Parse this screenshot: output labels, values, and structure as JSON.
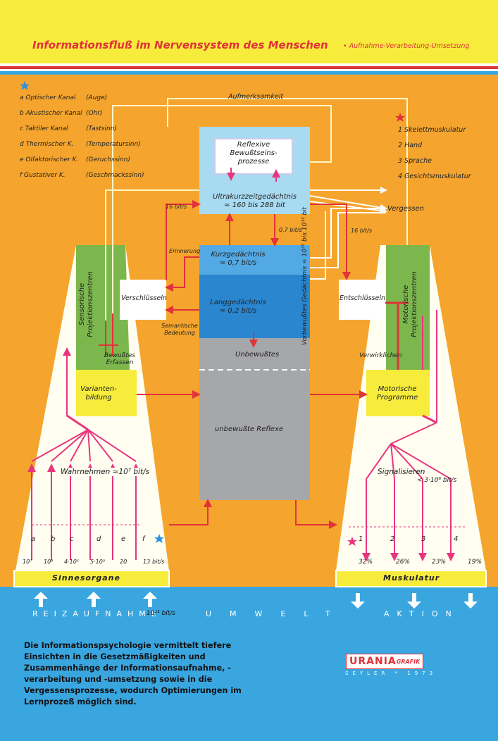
{
  "title": "Informationsfluß im Nervensystem des Menschen",
  "title_sub": "• Aufnahme-Verarbeitung-Umsetzung",
  "sensory_channels": [
    {
      "letter": "a",
      "name": "Optischer Kanal",
      "organ": "(Auge)"
    },
    {
      "letter": "b",
      "name": "Akustischer Kanal",
      "organ": "(Ohr)"
    },
    {
      "letter": "c",
      "name": "Taktiler Kanal",
      "organ": "(Tastsinn)"
    },
    {
      "letter": "d",
      "name": "Thermischer K.",
      "organ": "(Temperatursinn)"
    },
    {
      "letter": "e",
      "name": "Olfaktorischer K.",
      "organ": "(Geruchssinn)"
    },
    {
      "letter": "f",
      "name": "Gustativer K.",
      "organ": "(Geschmackssinn)"
    }
  ],
  "motor_channels": [
    {
      "number": "1",
      "name": "Skelettmuskulatur"
    },
    {
      "number": "2",
      "name": "Hand"
    },
    {
      "number": "3",
      "name": "Sprache"
    },
    {
      "number": "4",
      "name": "Gesichtsmuskulatur"
    }
  ],
  "aufmerksamkeit": "Aufmerksamkeit",
  "reflexive": [
    "Reflexive",
    "Bewußtseins-",
    "prozesse"
  ],
  "ultrakurz": [
    "Ultrakurzzeitgedächtnis",
    "≈ 160 bis 288 bit"
  ],
  "vergessen": "Vergessen",
  "rate_16_left": "16 bit/s",
  "rate_16_right": "16 bit/s",
  "rate_07": "0,7 bit/s",
  "erinnerung": "Erinnerung",
  "kurz": [
    "Kurzgedächtnis",
    "≈ 0,7 bit/s"
  ],
  "lang": [
    "Langgedächtnis",
    "≈ 0,2 bit/s"
  ],
  "vorbewusst": "Vorbewußtes Gedächtnis ≈ 10¹⁵ bis 10¹³ bit",
  "verschluesseln": "Verschlüsseln",
  "entschluesseln": "Entschlüsseln",
  "semantische": [
    "Semantische",
    "Bedeutung"
  ],
  "unbewusstes": "Unbewußtes",
  "unbewusste_reflexe": "unbewußte Reflexe",
  "sensorische": [
    "Sensorische",
    "Projektionszentren"
  ],
  "motorische_zentren": [
    "Motorische",
    "Projektionszentren"
  ],
  "bewusstes": [
    "Bewußtes",
    "Erfassen"
  ],
  "verwirklichen": "Verwirklichen",
  "varianten": [
    "Varianten-",
    "bildung"
  ],
  "motorische_programme": [
    "Motorische",
    "Programme"
  ],
  "wahrnehmen": "Wahrnehmen ≈10⁷ bit/s",
  "signalisieren": [
    "Signalisieren",
    "< 3·10⁶ bit/s"
  ],
  "sensor_letters": [
    "a",
    "b",
    "c",
    "d",
    "e",
    "f"
  ],
  "sensor_rates": [
    "10⁷",
    "10⁶",
    "4·10⁵",
    "5·10³",
    "20",
    "13",
    "bit/s"
  ],
  "motor_numbers": [
    "1",
    "2",
    "3",
    "4"
  ],
  "motor_percents": [
    "32%",
    "26%",
    "23%",
    "19%"
  ],
  "sinnesorgane": "Sinnesorgane",
  "muskulatur": "Muskulatur",
  "reizaufnahme": "REIZAUFNAHME",
  "umwelt_rate": "10¹¹ bit/s",
  "umwelt": "UMWELT",
  "aktion": "AKTION",
  "description": "Die Informationspsychologie vermittelt tiefere Einsichten in die Gesetzmäßigkeiten und Zusammenhänge der Informationsaufnahme, -verarbeitung und -umsetzung sowie in die Vergessensprozesse, wodurch Optimierungen im Lernprozeß möglich sind.",
  "logo_main": "URANIA",
  "logo_sub": "GRAFIK",
  "logo_foot": "SEYLER * 1973",
  "colors": {
    "orange": "#f5a52d",
    "yellow": "#f7ec3c",
    "blue": "#3aa6e0",
    "red": "#e2323a",
    "magenta": "#e8357f",
    "green": "#7cb74e"
  }
}
